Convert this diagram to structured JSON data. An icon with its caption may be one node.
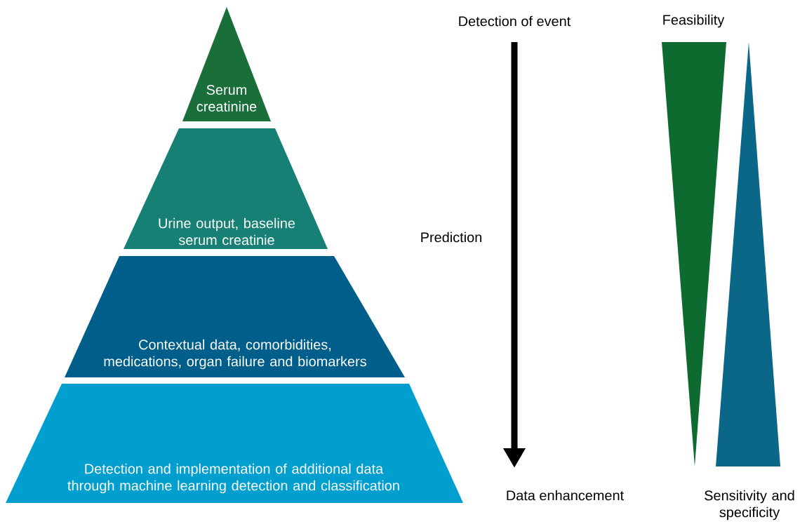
{
  "diagram": {
    "nodes": [
      {
        "text": [
          "Serum creatinine"
        ]
      },
      {
        "text": [
          "Urine output, baseline serum creatinie"
        ]
      },
      {
        "text": [
          "Contextual data, comorbidities, medications, organ failure and biomarkers"
        ]
      },
      {
        "text": [
          "Detection and implementation of additional data through machine learning detection and classification"
        ]
      },
      {
        "text": [],
        "shape": "triangle",
        "beside": [
          "Feasibility"
        ]
      },
      {
        "text": [],
        "shape": "triangle",
        "beside": [
          "Sensitivity and specificity"
        ]
      }
    ],
    "labels": [
      "Detection of event",
      "Prediction",
      "Data enhancement"
    ]
  }
}
